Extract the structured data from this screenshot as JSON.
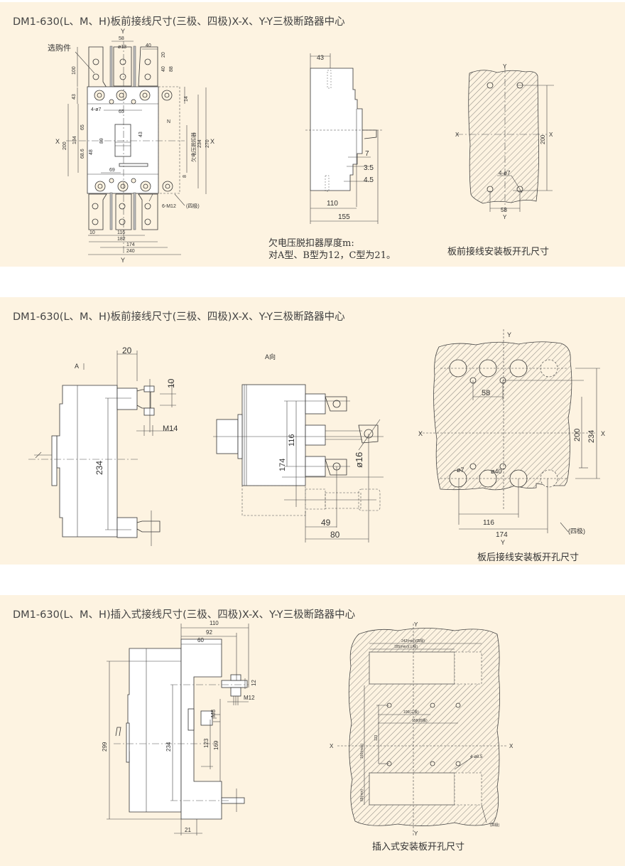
{
  "sections": [
    {
      "title": "DM1-630(L、M、H)板前接线尺寸(三极、四极)X-X、Y-Y三极断路器中心",
      "front_view": {
        "labels": {
          "purchased_part": "选购件",
          "axis_y": "Y",
          "axis_x": "X",
          "neutral": "N",
          "undervoltage": "欠电压脱扣器",
          "four_pole": "(四极)"
        },
        "dims": {
          "d58": "58",
          "d13": "ø13",
          "d40": "40",
          "d20": "20",
          "d40b": "40",
          "d88": "88",
          "d100": "100",
          "d43": "43",
          "d14": "14",
          "d4o7": "4-ø7",
          "d65": "65",
          "d65v": "65",
          "d43v": "43",
          "d89": "89",
          "d200": "200",
          "d184": "184",
          "d68": "68.6",
          "d48": "48",
          "d234": "234",
          "d270": "270",
          "d69": "69",
          "d6m12": "6-M12",
          "d8": "8",
          "d10": "10",
          "d116": "116",
          "d182": "182",
          "d174": "174",
          "d240": "240"
        }
      },
      "side_view": {
        "dims": {
          "d43": "43",
          "d7": "7",
          "d35": "3.5",
          "d45": "4.5",
          "d110": "110",
          "d155": "155"
        },
        "note_line1": "欠电压脱扣器厚度m:",
        "note_line2": "对A型、B型为12，C型为21。"
      },
      "cutout": {
        "labels": {
          "y_top": "Y",
          "y_bottom": "Y",
          "x_left": "X",
          "x_right": "X"
        },
        "dims": {
          "d200": "200",
          "d4o7": "4-ø7",
          "d58": "58"
        },
        "caption": "板前接线安装板开孔尺寸"
      }
    },
    {
      "title": "DM1-630(L、M、H)板前接线尺寸(三极、四极)X-X、Y-Y三极断路器中心",
      "side_view": {
        "dims": {
          "arrow_a": "A",
          "d20": "20",
          "d10": "10",
          "dm14": "M14",
          "d234": "234"
        }
      },
      "a_view": {
        "title": "A向",
        "dims": {
          "d116": "116",
          "d174": "174",
          "d16": "ø16",
          "d49": "49",
          "d80": "80"
        }
      },
      "cutout": {
        "labels": {
          "y_top": "Y",
          "y_bottom": "Y",
          "x_left": "X",
          "x_right": "X",
          "four_pole": "(四极)"
        },
        "dims": {
          "d58": "58",
          "d200": "200",
          "d234": "234",
          "d7": "ø7",
          "d40": "ø40",
          "d116": "116",
          "d174": "174"
        },
        "caption": "板后接线安装板开孔尺寸"
      }
    },
    {
      "title": "DM1-630(L、M、H)插入式接线尺寸(三极、四极)X-X、Y-Y三极断路器中心",
      "side_view": {
        "dims": {
          "d110": "110",
          "d92": "92",
          "d60": "60",
          "d12": "12",
          "dm12": "M12",
          "dm8": "M8",
          "d299": "299",
          "d234": "234",
          "d123": "123",
          "d169": "169",
          "d21": "21"
        }
      },
      "cutout": {
        "labels": {
          "y_top": "Y",
          "y_bottom": "Y",
          "x_left": "X",
          "x_right": "X",
          "four_pole": "(四极)"
        },
        "dims": {
          "d242": "242(min)(四极)",
          "d185": "185(min)(三极)",
          "d100": "100(三极)",
          "d158": "158(四极)",
          "d123": "123",
          "d166": "166(max)",
          "d68": "68(min)",
          "d4o85": "4-ø8.5"
        },
        "caption": "插入式安装板开孔尺寸"
      }
    }
  ]
}
